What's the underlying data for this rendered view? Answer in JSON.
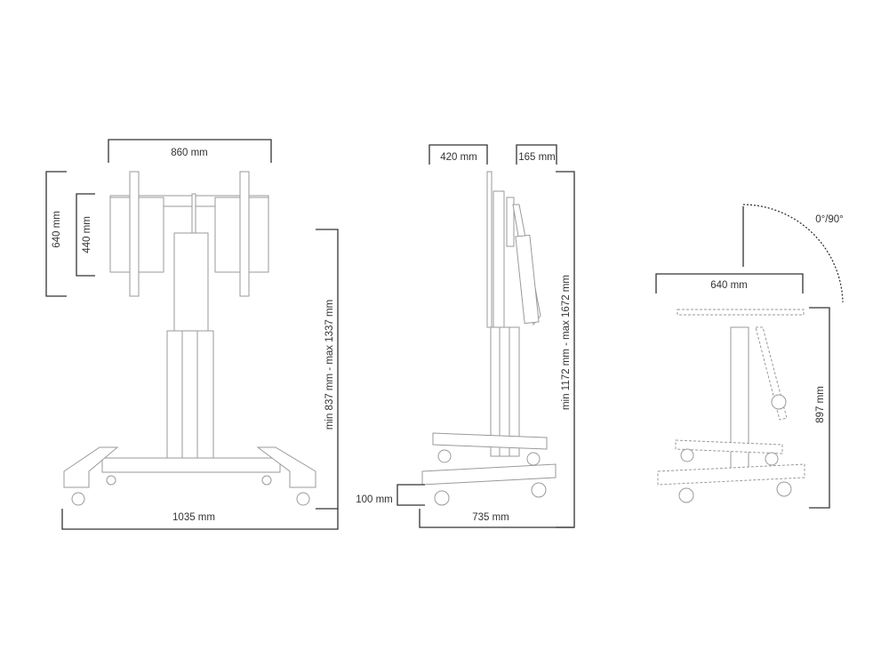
{
  "front_view": {
    "width_top": "860 mm",
    "height_outer": "640 mm",
    "height_inner": "440 mm",
    "height_range": "min 837 mm - max 1337 mm",
    "base_width": "1035 mm"
  },
  "side_view": {
    "depth_top": "420 mm",
    "depth_offset": "165 mm",
    "height_range": "min 1172 mm - max 1672 mm",
    "ground_clearance": "100 mm",
    "base_depth": "735 mm"
  },
  "tilt_view": {
    "rotation": "0°/90°",
    "width": "640 mm",
    "height": "897 mm"
  }
}
